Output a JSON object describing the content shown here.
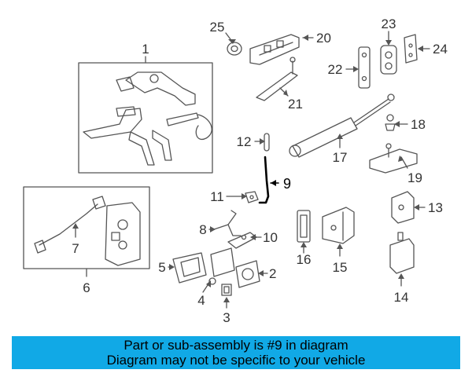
{
  "diagram": {
    "highlighted_part": "9",
    "callouts": {
      "c1": "1",
      "c2": "2",
      "c3": "3",
      "c4": "4",
      "c5": "5",
      "c6": "6",
      "c7": "7",
      "c8": "8",
      "c9": "9",
      "c10": "10",
      "c11": "11",
      "c12": "12",
      "c13": "13",
      "c14": "14",
      "c15": "15",
      "c16": "16",
      "c17": "17",
      "c18": "18",
      "c19": "19",
      "c20": "20",
      "c21": "21",
      "c22": "22",
      "c23": "23",
      "c24": "24",
      "c25": "25"
    },
    "colors": {
      "line": "#555555",
      "highlight": "#000000",
      "banner": "#11a9e6"
    }
  },
  "banner": {
    "line1": "Part or sub-assembly is #9 in diagram",
    "line2": "Diagram may not be specific to your vehicle"
  }
}
